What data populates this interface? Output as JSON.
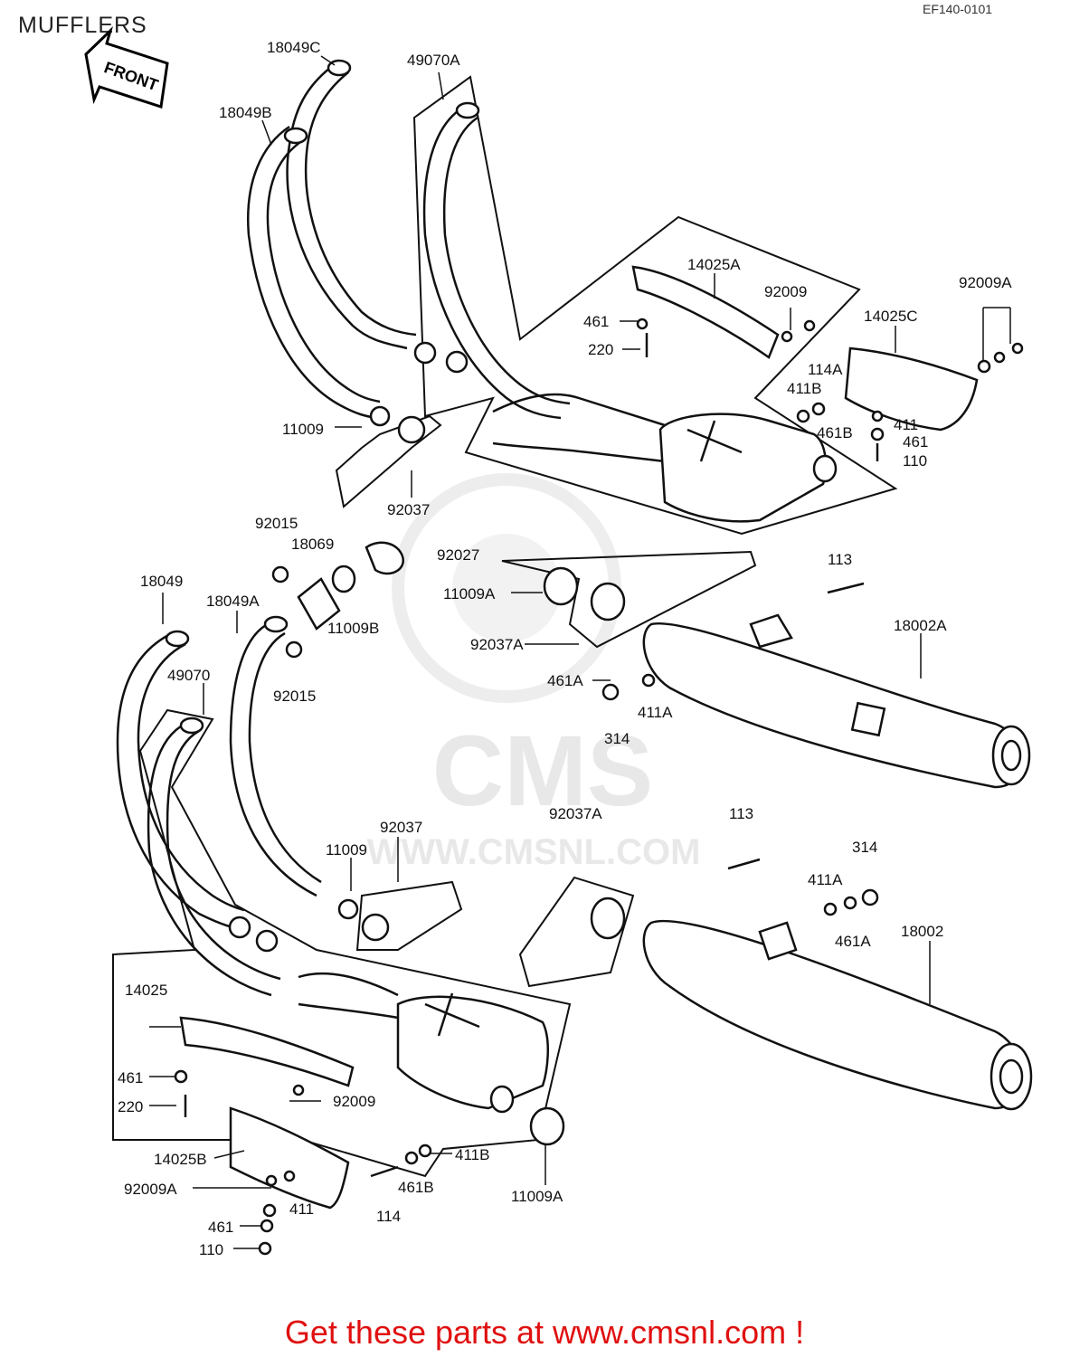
{
  "header": {
    "title": "MUFFLERS",
    "diagram_code": "EF140-0101"
  },
  "front_arrow_label": "FRONT",
  "watermark": {
    "brand": "CMS",
    "url": "WWW.CMSNL.COM"
  },
  "footer": {
    "text": "Get these parts at www.cmsnl.com !",
    "color": "#e01010"
  },
  "parts": {
    "p18049C": "18049C",
    "p18049B": "18049B",
    "p49070A": "49070A",
    "p14025A": "14025A",
    "p92009_top": "92009",
    "p92009A_top": "92009A",
    "p461_top": "461",
    "p220_top": "220",
    "p14025C": "14025C",
    "p114A": "114A",
    "p411B_top": "411B",
    "p461B_top": "461B",
    "p411_top": "411",
    "p461_top2": "461",
    "p110_top": "110",
    "p11009_top": "11009",
    "p92037_top": "92037",
    "p92015_top": "92015",
    "p18069": "18069",
    "p92027": "92027",
    "p11009A_top": "11009A",
    "p11009B": "11009B",
    "p113_top": "113",
    "p18002A": "18002A",
    "p18049": "18049",
    "p18049A": "18049A",
    "p92037A_top": "92037A",
    "p49070": "49070",
    "p92015_bottom": "92015",
    "p461A_top": "461A",
    "p411A_top": "411A",
    "p314_top": "314",
    "p92037_mid": "92037",
    "p11009_mid": "11009",
    "p92037A_mid": "92037A",
    "p113_mid": "113",
    "p314_mid": "314",
    "p411A_mid": "411A",
    "p461A_mid": "461A",
    "p18002": "18002",
    "p14025": "14025",
    "p461_bottom": "461",
    "p220_bottom": "220",
    "p92009_bottom": "92009",
    "p14025B": "14025B",
    "p411B_bottom": "411B",
    "p92009A_bottom": "92009A",
    "p411_bottom": "411",
    "p461B_bottom": "461B",
    "p461_bottom2": "461",
    "p110_bottom": "110",
    "p114_bottom": "114",
    "p11009A_bottom": "11009A"
  }
}
